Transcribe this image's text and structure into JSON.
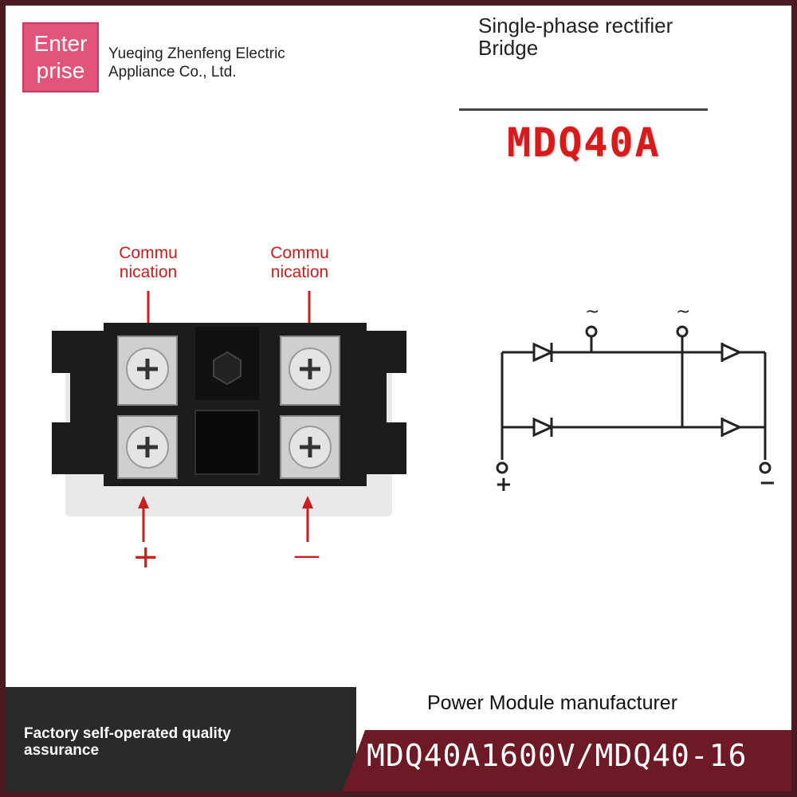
{
  "header": {
    "logo_line1": "Enter",
    "logo_line2": "prise",
    "company_line1": "Yueqing Zhenfeng Electric",
    "company_line2": "Appliance Co., Ltd.",
    "title_line1": "Single-phase rectifier",
    "title_line2": "Bridge",
    "model": "MDQ40A"
  },
  "product": {
    "label_left_line1": "Commu",
    "label_left_line2": "nication",
    "label_right_line1": "Commu",
    "label_right_line2": "nication",
    "plus_sign": "+",
    "minus_sign": "—"
  },
  "schematic": {
    "ac_left": "~",
    "ac_right": "~",
    "dc_plus": "+",
    "dc_minus": "−"
  },
  "footer": {
    "manufacturer": "Power Module manufacturer",
    "left_line1": "Factory self-operated quality",
    "left_line2": "assurance",
    "part_number": "MDQ40A1600V/MDQ40-16"
  },
  "colors": {
    "accent_red": "#c81e1e",
    "logo_pink": "#e2557a",
    "footer_maroon": "#6e1a26",
    "footer_dark": "#2a2a2a"
  }
}
